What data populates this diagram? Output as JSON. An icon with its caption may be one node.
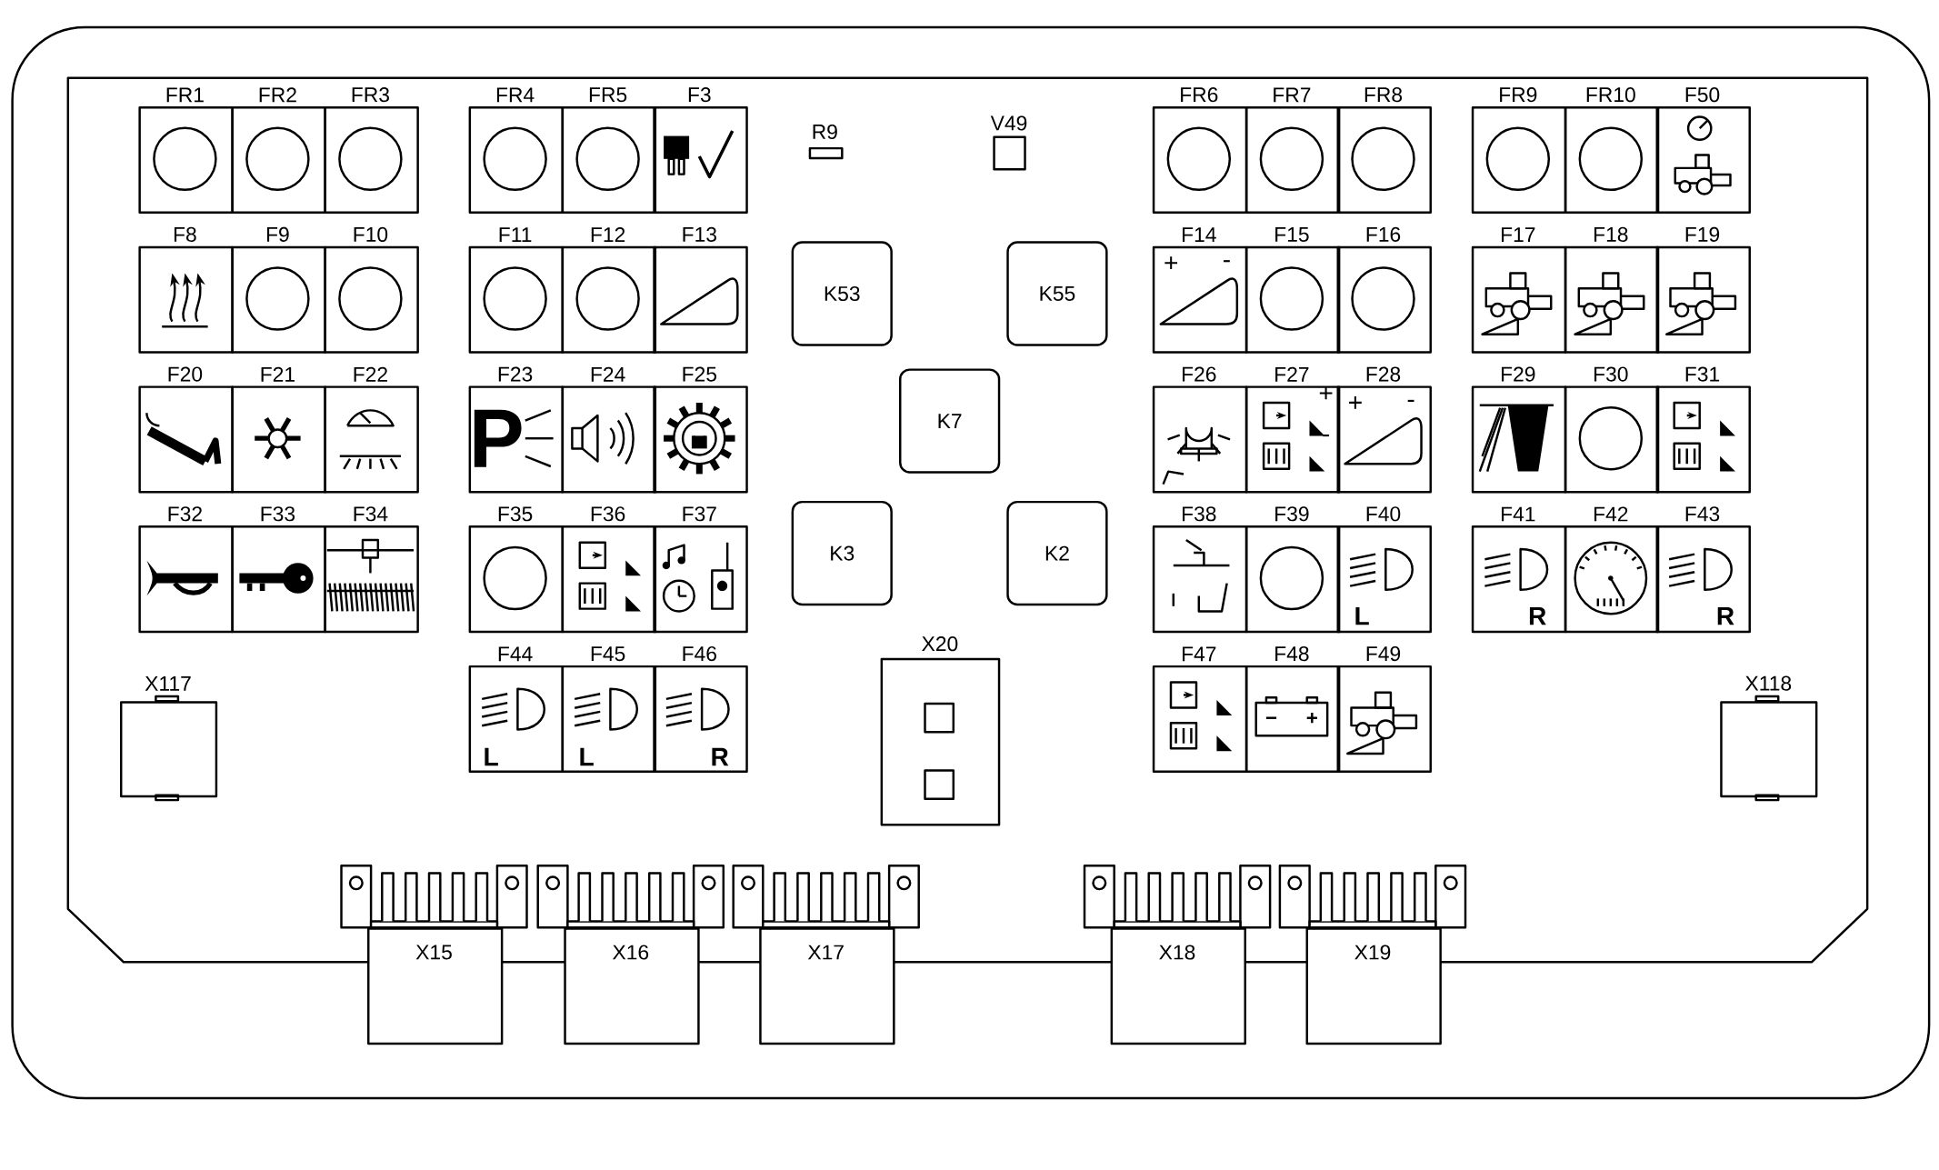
{
  "diagram": {
    "nodes": [
      {
        "text": [
          "FR1"
        ]
      },
      {
        "text": [
          "FR2"
        ]
      },
      {
        "text": [
          "FR3"
        ]
      },
      {
        "text": [
          "FR4"
        ]
      },
      {
        "text": [
          "FR5"
        ]
      },
      {
        "text": [
          "F3"
        ]
      },
      {
        "text": [
          "R9"
        ]
      },
      {
        "text": [
          "V49"
        ]
      },
      {
        "text": [
          "FR6"
        ]
      },
      {
        "text": [
          "FR7"
        ]
      },
      {
        "text": [
          "FR8"
        ]
      },
      {
        "text": [
          "FR9"
        ]
      },
      {
        "text": [
          "FR10"
        ]
      },
      {
        "text": [
          "F50"
        ]
      },
      {
        "text": [
          "F8"
        ]
      },
      {
        "text": [
          "F9"
        ]
      },
      {
        "text": [
          "F10"
        ]
      },
      {
        "text": [
          "F11"
        ]
      },
      {
        "text": [
          "F12"
        ]
      },
      {
        "text": [
          "F13"
        ]
      },
      {
        "text": [
          "K53"
        ]
      },
      {
        "text": [
          "K55"
        ]
      },
      {
        "text": [
          "F14",
          "+",
          "-"
        ]
      },
      {
        "text": [
          "F15"
        ]
      },
      {
        "text": [
          "F16"
        ]
      },
      {
        "text": [
          "F17"
        ]
      },
      {
        "text": [
          "F18"
        ]
      },
      {
        "text": [
          "F19"
        ]
      },
      {
        "text": [
          "F20"
        ]
      },
      {
        "text": [
          "F21"
        ]
      },
      {
        "text": [
          "F22"
        ]
      },
      {
        "text": [
          "F23",
          "P"
        ]
      },
      {
        "text": [
          "F24"
        ]
      },
      {
        "text": [
          "F25"
        ]
      },
      {
        "text": [
          "K7"
        ]
      },
      {
        "text": [
          "F26"
        ]
      },
      {
        "text": [
          "F27",
          "+",
          "-"
        ]
      },
      {
        "text": [
          "F28",
          "+",
          "-"
        ]
      },
      {
        "text": [
          "F29"
        ]
      },
      {
        "text": [
          "F30"
        ]
      },
      {
        "text": [
          "F31"
        ]
      },
      {
        "text": [
          "F32"
        ]
      },
      {
        "text": [
          "F33"
        ]
      },
      {
        "text": [
          "F34"
        ]
      },
      {
        "text": [
          "F35"
        ]
      },
      {
        "text": [
          "F36"
        ]
      },
      {
        "text": [
          "F37"
        ]
      },
      {
        "text": [
          "K3"
        ]
      },
      {
        "text": [
          "K2"
        ]
      },
      {
        "text": [
          "F38"
        ]
      },
      {
        "text": [
          "F39"
        ]
      },
      {
        "text": [
          "F40",
          "L"
        ]
      },
      {
        "text": [
          "F41",
          "R"
        ]
      },
      {
        "text": [
          "F42"
        ]
      },
      {
        "text": [
          "F43",
          "R"
        ]
      },
      {
        "text": [
          "X20"
        ]
      },
      {
        "text": [
          "X117"
        ]
      },
      {
        "text": [
          "X118"
        ]
      },
      {
        "text": [
          "F44",
          "L"
        ]
      },
      {
        "text": [
          "F45",
          "L"
        ]
      },
      {
        "text": [
          "F46",
          "R"
        ]
      },
      {
        "text": [
          "F47"
        ]
      },
      {
        "text": [
          "F48"
        ]
      },
      {
        "text": [
          "F49"
        ]
      },
      {
        "text": [
          "X15"
        ]
      },
      {
        "text": [
          "X16"
        ]
      },
      {
        "text": [
          "X17"
        ]
      },
      {
        "text": [
          "X18"
        ]
      },
      {
        "text": [
          "X19"
        ]
      }
    ]
  }
}
